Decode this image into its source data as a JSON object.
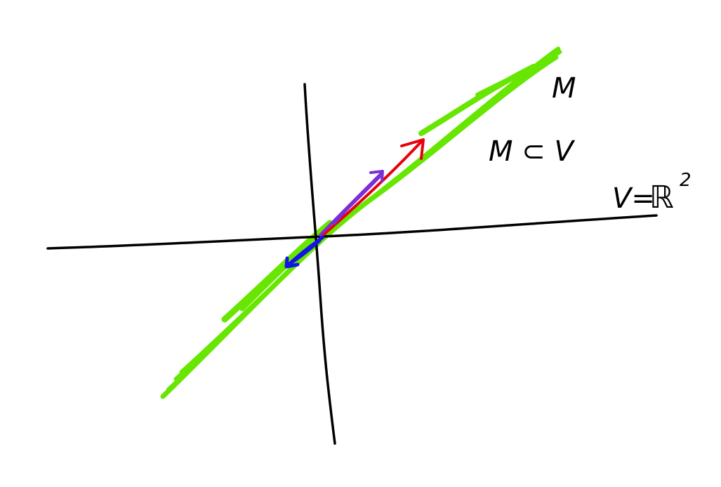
{
  "labels": {
    "subspace_name": "M",
    "inclusion": "M ⊂ V",
    "space_prefix": "V=",
    "space_field": "ℝ",
    "space_exponent": "2"
  },
  "colors": {
    "background": "#ffffff",
    "axes": "#000000",
    "subspace_line": "#66e600",
    "vector_red": "#e8000b",
    "vector_purple": "#7a2fd6",
    "vector_blue": "#1414e6",
    "text": "#000000"
  }
}
